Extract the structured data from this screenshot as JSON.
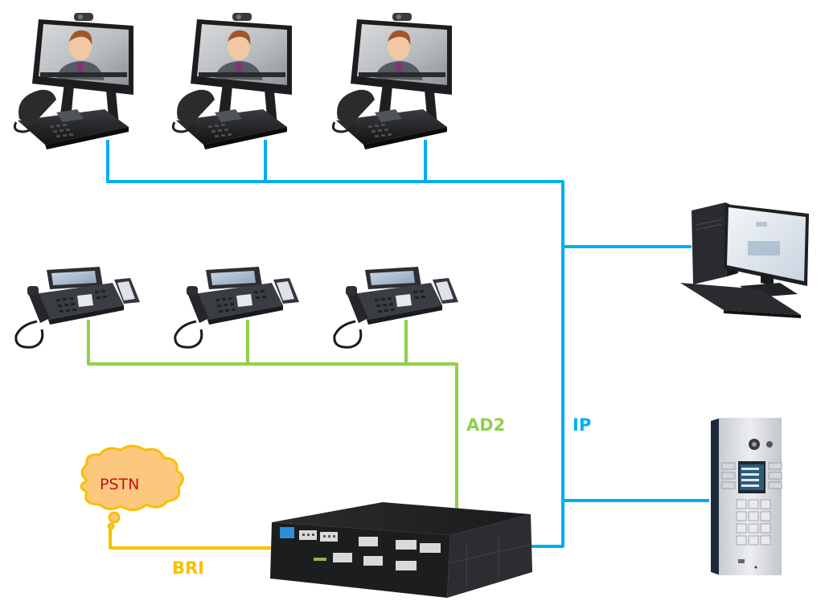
{
  "diagram": {
    "title": "",
    "colors": {
      "ip": "#00aeef",
      "analog": "#8dd14a",
      "isdn": "#f7c000",
      "pstn_cloud_fill": "#fcc87e",
      "pstn_cloud_stroke": "#f7c000",
      "pstn_text": "#c0121b"
    },
    "labels": {
      "ad2": "AD2",
      "ip": "IP",
      "bri": "BRI",
      "pstn": "PSTN"
    },
    "nodes": [
      {
        "id": "video-phone-1",
        "type": "ip-video-phone",
        "icon": "video-phone-icon"
      },
      {
        "id": "video-phone-2",
        "type": "ip-video-phone",
        "icon": "video-phone-icon"
      },
      {
        "id": "video-phone-3",
        "type": "ip-video-phone",
        "icon": "video-phone-icon"
      },
      {
        "id": "desk-phone-1",
        "type": "analog-system-phone",
        "icon": "desk-phone-icon"
      },
      {
        "id": "desk-phone-2",
        "type": "analog-system-phone",
        "icon": "desk-phone-icon"
      },
      {
        "id": "desk-phone-3",
        "type": "analog-system-phone",
        "icon": "desk-phone-icon"
      },
      {
        "id": "pc-workstation",
        "type": "computer",
        "icon": "desktop-computer-icon"
      },
      {
        "id": "door-intercom",
        "type": "ip-door-station",
        "icon": "door-intercom-icon"
      },
      {
        "id": "pbx",
        "type": "rack-pbx",
        "icon": "pbx-rack-icon"
      },
      {
        "id": "pstn",
        "type": "cloud",
        "icon": "cloud-icon"
      }
    ],
    "links": [
      {
        "from": "video-phone-1",
        "to": "ip-bus",
        "medium": "IP"
      },
      {
        "from": "video-phone-2",
        "to": "ip-bus",
        "medium": "IP"
      },
      {
        "from": "video-phone-3",
        "to": "ip-bus",
        "medium": "IP"
      },
      {
        "from": "pc-workstation",
        "to": "ip-bus",
        "medium": "IP"
      },
      {
        "from": "door-intercom",
        "to": "ip-bus",
        "medium": "IP"
      },
      {
        "from": "pbx",
        "to": "ip-bus",
        "medium": "IP"
      },
      {
        "from": "desk-phone-1",
        "to": "pbx",
        "medium": "AD2"
      },
      {
        "from": "desk-phone-2",
        "to": "pbx",
        "medium": "AD2"
      },
      {
        "from": "desk-phone-3",
        "to": "pbx",
        "medium": "AD2"
      },
      {
        "from": "pstn",
        "to": "pbx",
        "medium": "BRI"
      }
    ]
  }
}
